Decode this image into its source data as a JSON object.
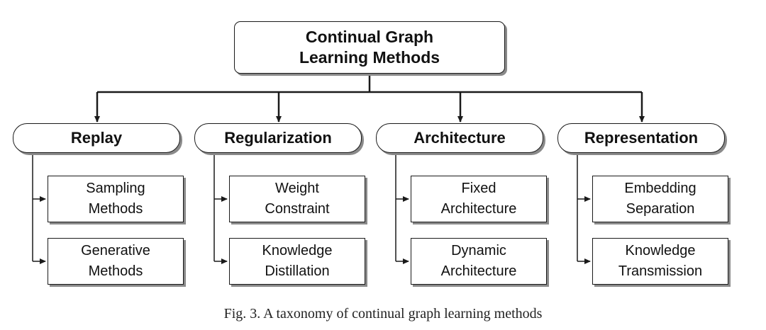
{
  "root": {
    "label": "Continual Graph\nLearning Methods"
  },
  "categories": [
    {
      "label": "Replay",
      "children": [
        "Sampling\nMethods",
        "Generative\nMethods"
      ]
    },
    {
      "label": "Regularization",
      "children": [
        "Weight\nConstraint",
        "Knowledge\nDistillation"
      ]
    },
    {
      "label": "Architecture",
      "children": [
        "Fixed\nArchitecture",
        "Dynamic\nArchitecture"
      ]
    },
    {
      "label": "Representation",
      "children": [
        "Embedding\nSeparation",
        "Knowledge\nTransmission"
      ]
    }
  ],
  "caption": "Fig. 3.  A taxonomy of continual graph learning methods",
  "colors": {
    "line": "#1a1a1a",
    "shadow": "#8a8a8a",
    "background": "#ffffff"
  }
}
